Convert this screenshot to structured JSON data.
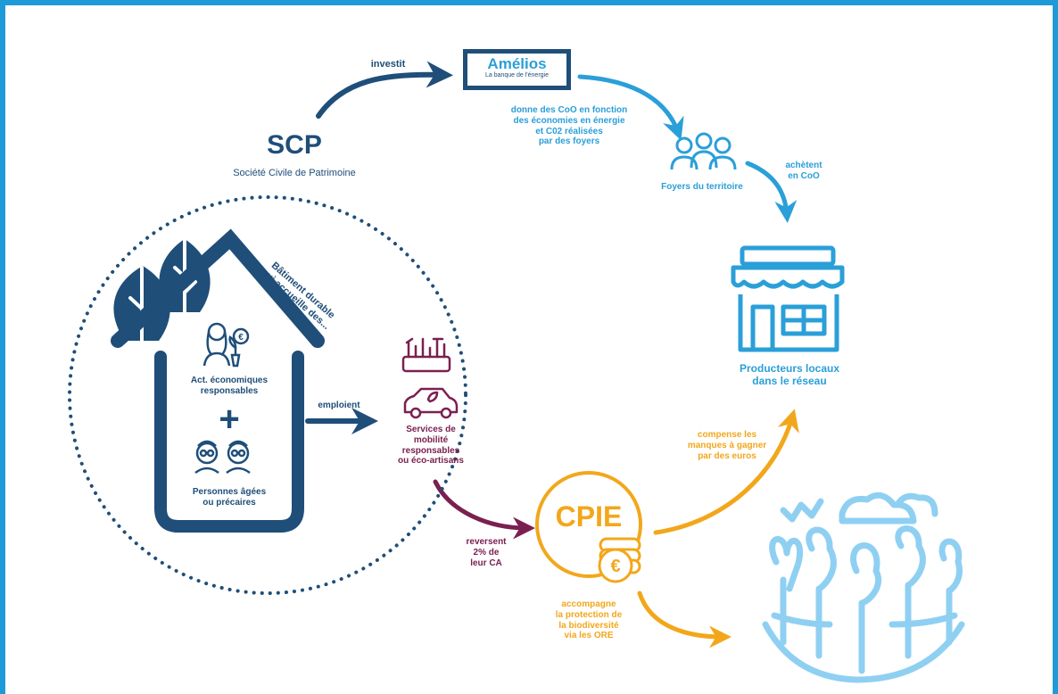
{
  "scp": {
    "title": "SCP",
    "subtitle": "Société Civile de Patrimoine"
  },
  "amelios": {
    "logo_name": "Amélios",
    "logo_tagline": "La banque de l'énergie"
  },
  "labels": {
    "investit": "investit",
    "donne_coo": [
      "donne des CoO en fonction",
      "des économies en énergie",
      "et C02 réalisées",
      "par des foyers"
    ],
    "foyers": "Foyers du territoire",
    "achetent": [
      "achètent",
      "en CoO"
    ],
    "producteurs": [
      "Producteurs locaux",
      "dans le réseau"
    ],
    "batiment": [
      "Bâtiment durable",
      "qui accueille des..."
    ],
    "act_eco": [
      "Act. économiques",
      "responsables"
    ],
    "plus_sign": "+",
    "personnes": [
      "Personnes âgées",
      "ou précaires"
    ],
    "emploient": "emploient",
    "services": [
      "Services de",
      "mobilité",
      "responsables",
      "ou éco-artisans"
    ],
    "reversent": [
      "reversent",
      "2% de",
      "leur CA"
    ],
    "cpie": "CPIE",
    "accompagne": [
      "accompagne",
      "la protection de",
      "la biodiversité",
      "via les ORE"
    ],
    "compense": [
      "compense les",
      "manques à gagner",
      "par des euros"
    ]
  },
  "icons": {
    "people": "people-group-icon",
    "store": "store-icon",
    "house": "house-icon",
    "trees": "trees-icon",
    "woman_plant": "woman-plant-euro-icon",
    "elders": "elderly-people-icon",
    "tools": "tools-icon",
    "car": "electric-car-icon",
    "coins": "euro-coins-icon",
    "forest": "forest-birds-icon"
  },
  "colors": {
    "frame": "#1e9bd7",
    "navy": "#1f4e79",
    "blue": "#2a9fd8",
    "light_blue": "#8fd0f2",
    "plum": "#7a2050",
    "gold": "#f2a71b"
  }
}
